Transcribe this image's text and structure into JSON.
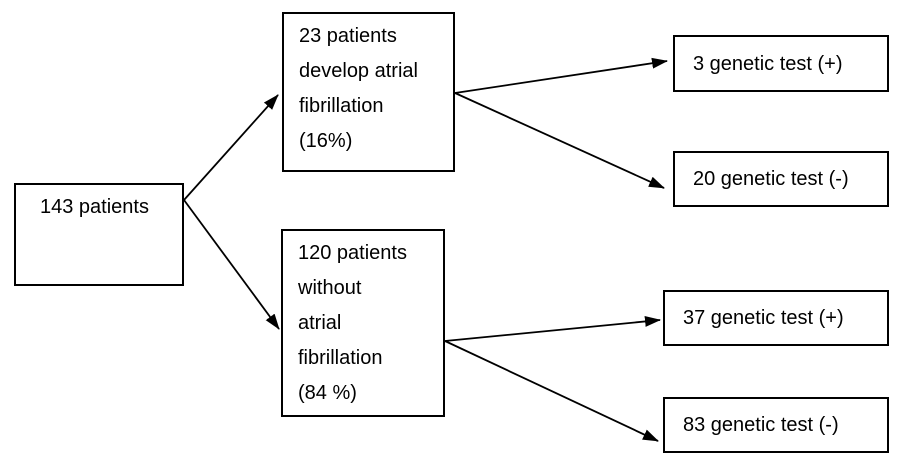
{
  "colors": {
    "background": "#ffffff",
    "box_border": "#000000",
    "text": "#000000",
    "arrow": "#000000"
  },
  "diagram": {
    "type": "flowchart",
    "nodes": {
      "root": {
        "label": "143 patients"
      },
      "af": {
        "label": "23 patients\ndevelop atrial\nfibrillation\n(16%)"
      },
      "no_af": {
        "label": "120 patients\nwithout\natrial\nfibrillation\n(84 %)"
      },
      "af_pos": {
        "label": "3 genetic test (+)"
      },
      "af_neg": {
        "label": "20 genetic test (-)"
      },
      "no_af_pos": {
        "label": "37 genetic test (+)"
      },
      "no_af_neg": {
        "label": "83 genetic test (-)"
      }
    },
    "edges": [
      {
        "from": "root",
        "to": "af"
      },
      {
        "from": "root",
        "to": "no_af"
      },
      {
        "from": "af",
        "to": "af_pos"
      },
      {
        "from": "af",
        "to": "af_neg"
      },
      {
        "from": "no_af",
        "to": "no_af_pos"
      },
      {
        "from": "no_af",
        "to": "no_af_neg"
      }
    ]
  }
}
